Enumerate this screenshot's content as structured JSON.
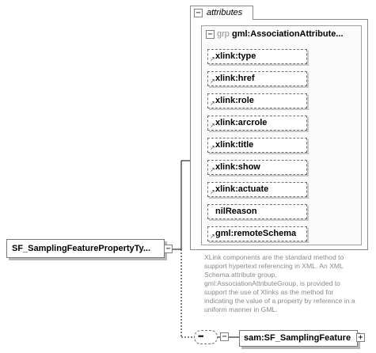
{
  "root_element": {
    "label": "SF_SamplingFeaturePropertyTy..."
  },
  "attributes_panel": {
    "tab_label": "attributes",
    "group": {
      "keyword": "grp",
      "name": "gml:AssociationAttribute..."
    },
    "items": [
      {
        "label": "xlink:type"
      },
      {
        "label": "xlink:href"
      },
      {
        "label": "xlink:role"
      },
      {
        "label": "xlink:arcrole"
      },
      {
        "label": "xlink:title"
      },
      {
        "label": "xlink:show"
      },
      {
        "label": "xlink:actuate"
      },
      {
        "label": "nilReason"
      },
      {
        "label": "gml:remoteSchema"
      }
    ],
    "documentation": "XLink components are the standard method to support hypertext referencing in XML. An XML Schema attribute group, gml:AssociationAttributeGroup, is provided to support the use of Xlinks as the method for indicating the value of a property by reference in a uniform manner in GML."
  },
  "sequence": {
    "symbol": "•••"
  },
  "child_element": {
    "label": "sam:SF_SamplingFeature"
  },
  "icons": {
    "collapse": "⊟ collapse-icon",
    "expand": "⊞ expand-icon",
    "attribute": "attribute-arrow-icon"
  }
}
